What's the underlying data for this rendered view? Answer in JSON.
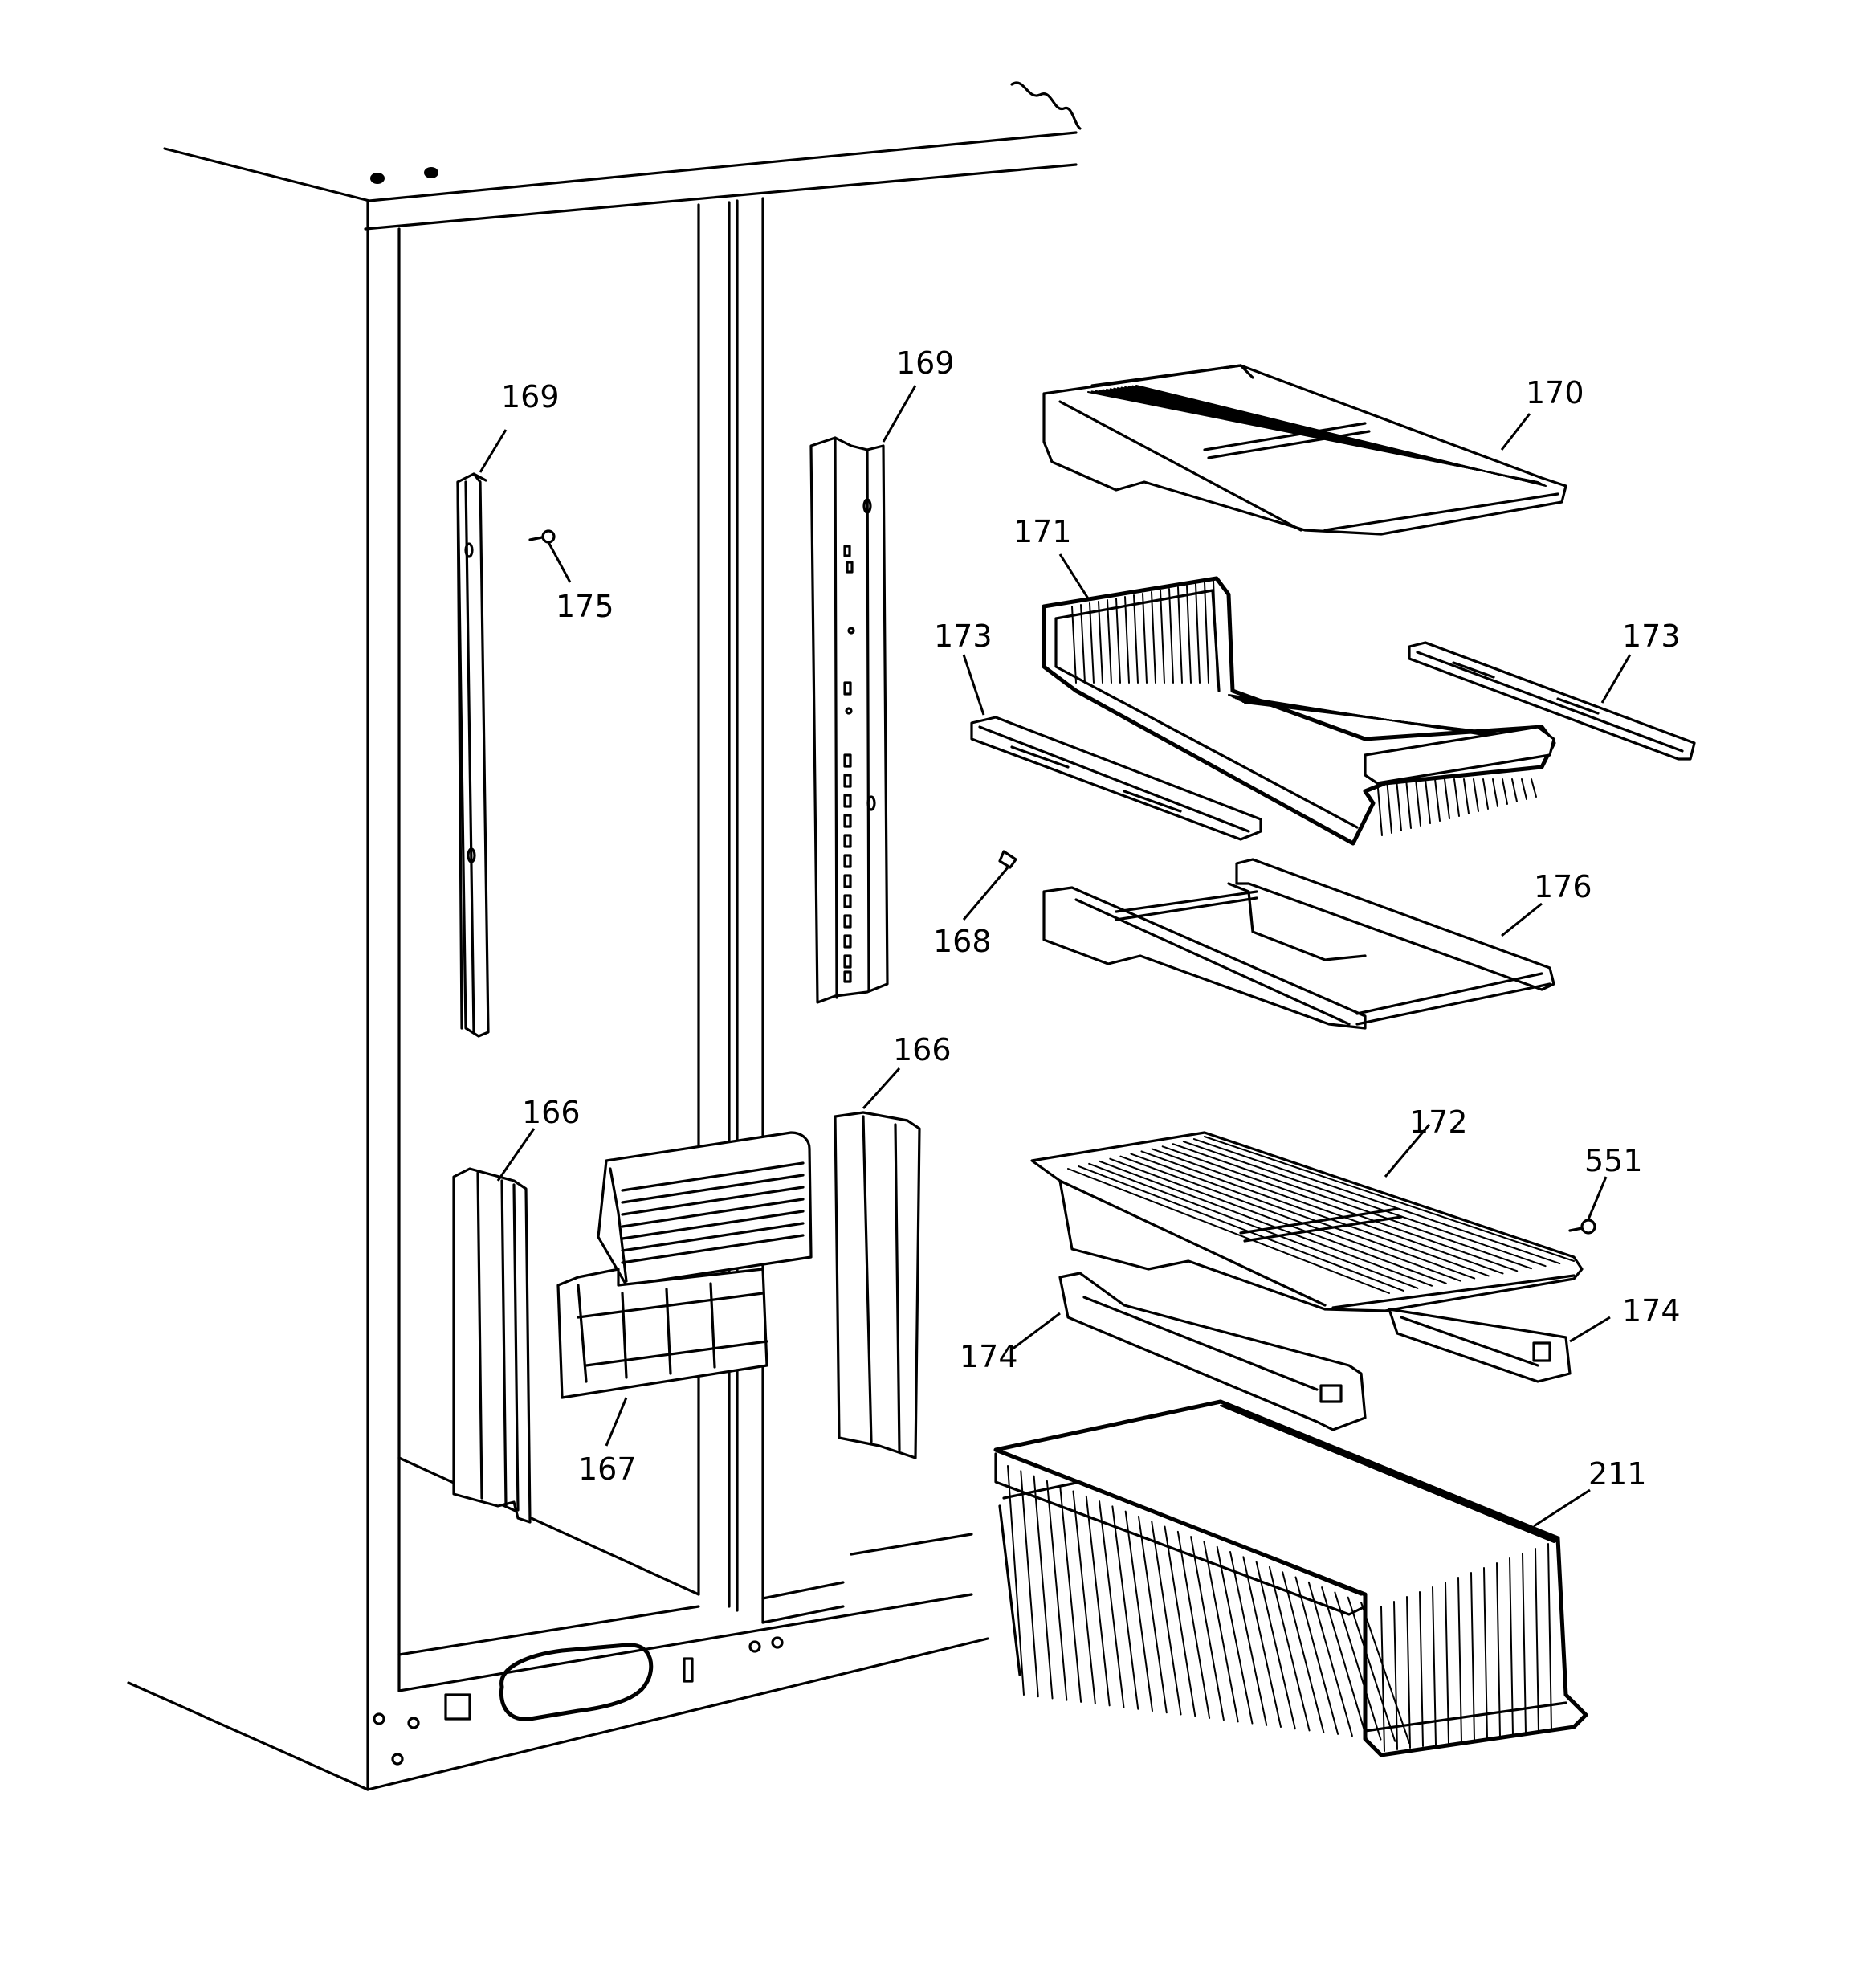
{
  "diagram": {
    "type": "exploded-parts-view",
    "background_color": "#ffffff",
    "line_color": "#000000"
  },
  "callouts": [
    {
      "id": "c169a",
      "label": "169"
    },
    {
      "id": "c169b",
      "label": "169"
    },
    {
      "id": "c175",
      "label": "175"
    },
    {
      "id": "c170",
      "label": "170"
    },
    {
      "id": "c171",
      "label": "171"
    },
    {
      "id": "c173a",
      "label": "173"
    },
    {
      "id": "c173b",
      "label": "173"
    },
    {
      "id": "c168",
      "label": "168"
    },
    {
      "id": "c176",
      "label": "176"
    },
    {
      "id": "c166a",
      "label": "166"
    },
    {
      "id": "c166b",
      "label": "166"
    },
    {
      "id": "c167",
      "label": "167"
    },
    {
      "id": "c172",
      "label": "172"
    },
    {
      "id": "c551",
      "label": "551"
    },
    {
      "id": "c174a",
      "label": "174"
    },
    {
      "id": "c174b",
      "label": "174"
    },
    {
      "id": "c211",
      "label": "211"
    }
  ]
}
